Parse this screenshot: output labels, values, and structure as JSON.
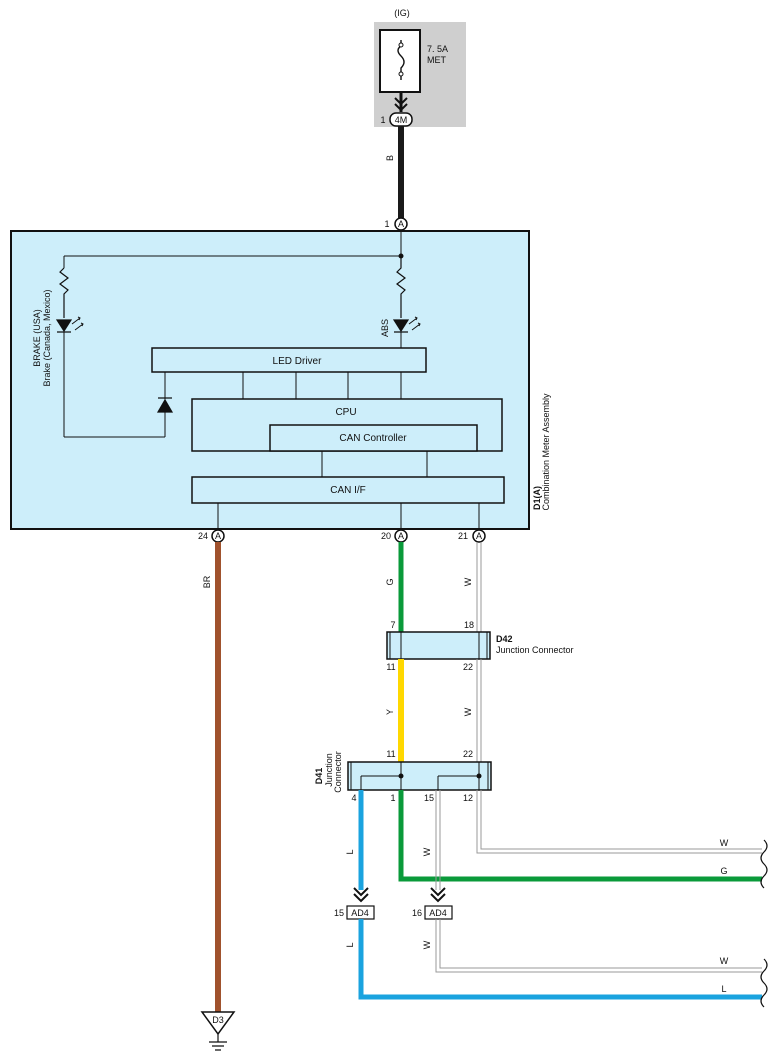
{
  "power": {
    "ig_label": "(IG)",
    "fuse_amp": "7. 5A",
    "fuse_name": "MET",
    "connector": "4M",
    "pin": "1"
  },
  "meter": {
    "code": "D1(A)",
    "name": "Combination Meter Assembly",
    "pin_a_top": "1",
    "brake_label_1": "BRAKE (USA)",
    "brake_label_2": "Brake (Canada, Mexico)",
    "abs_label": "ABS",
    "led_driver": "LED Driver",
    "cpu": "CPU",
    "can_controller": "CAN Controller",
    "can_if": "CAN I/F",
    "connector_letter": "A",
    "pin_24": "24",
    "pin_20": "20",
    "pin_21": "21"
  },
  "wires": {
    "b": "B",
    "br": "BR",
    "g": "G",
    "w": "W",
    "y": "Y",
    "l": "L"
  },
  "d42": {
    "code": "D42",
    "name": "Junction Connector",
    "pin_7": "7",
    "pin_18": "18",
    "pin_11": "11",
    "pin_22": "22"
  },
  "d41": {
    "code": "D41",
    "name_1": "Junction",
    "name_2": "Connector",
    "pin_11": "11",
    "pin_22": "22",
    "pin_4": "4",
    "pin_1": "1",
    "pin_15": "15",
    "pin_12": "12"
  },
  "ad4": {
    "name": "AD4",
    "pin_15": "15",
    "pin_16": "16"
  },
  "ground": {
    "name": "D3"
  },
  "colors": {
    "black": "#1a1a1a",
    "brown": "#a0522d",
    "green": "#0a9a3a",
    "yellow": "#ffd800",
    "blue": "#1aa3df",
    "white_wire": "#cfcfcf",
    "box_fill": "#cdeefa",
    "fuse_bg": "#cfcfcf"
  }
}
